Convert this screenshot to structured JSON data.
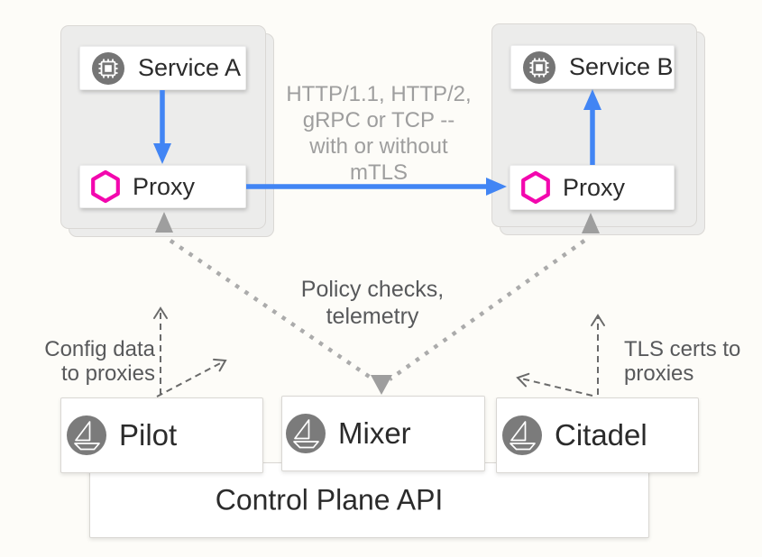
{
  "diagram": {
    "pods": {
      "a": {
        "service_label": "Service A",
        "proxy_label": "Proxy"
      },
      "b": {
        "service_label": "Service B",
        "proxy_label": "Proxy"
      }
    },
    "annotations": {
      "traffic": "HTTP/1.1, HTTP/2,\ngRPC or TCP --\nwith or without\nmTLS",
      "policy": "Policy checks,\ntelemetry",
      "config": "Config data\nto proxies",
      "tls": "TLS certs to\nproxies"
    },
    "control_plane": {
      "components": [
        {
          "label": "Pilot"
        },
        {
          "label": "Mixer"
        },
        {
          "label": "Citadel"
        }
      ],
      "api_label": "Control Plane API"
    },
    "colors": {
      "traffic_blue": "#4285F4",
      "proxy_magenta": "#F307AE",
      "pod_gray": "#ECECEB",
      "mesh_arrow_gray": "#9E9E9E",
      "control_arrow_gray": "#6A6A6A"
    },
    "icons": {
      "service": "chip-icon",
      "proxy": "hexagon-outline-icon",
      "component": "istio-sail-icon"
    }
  }
}
